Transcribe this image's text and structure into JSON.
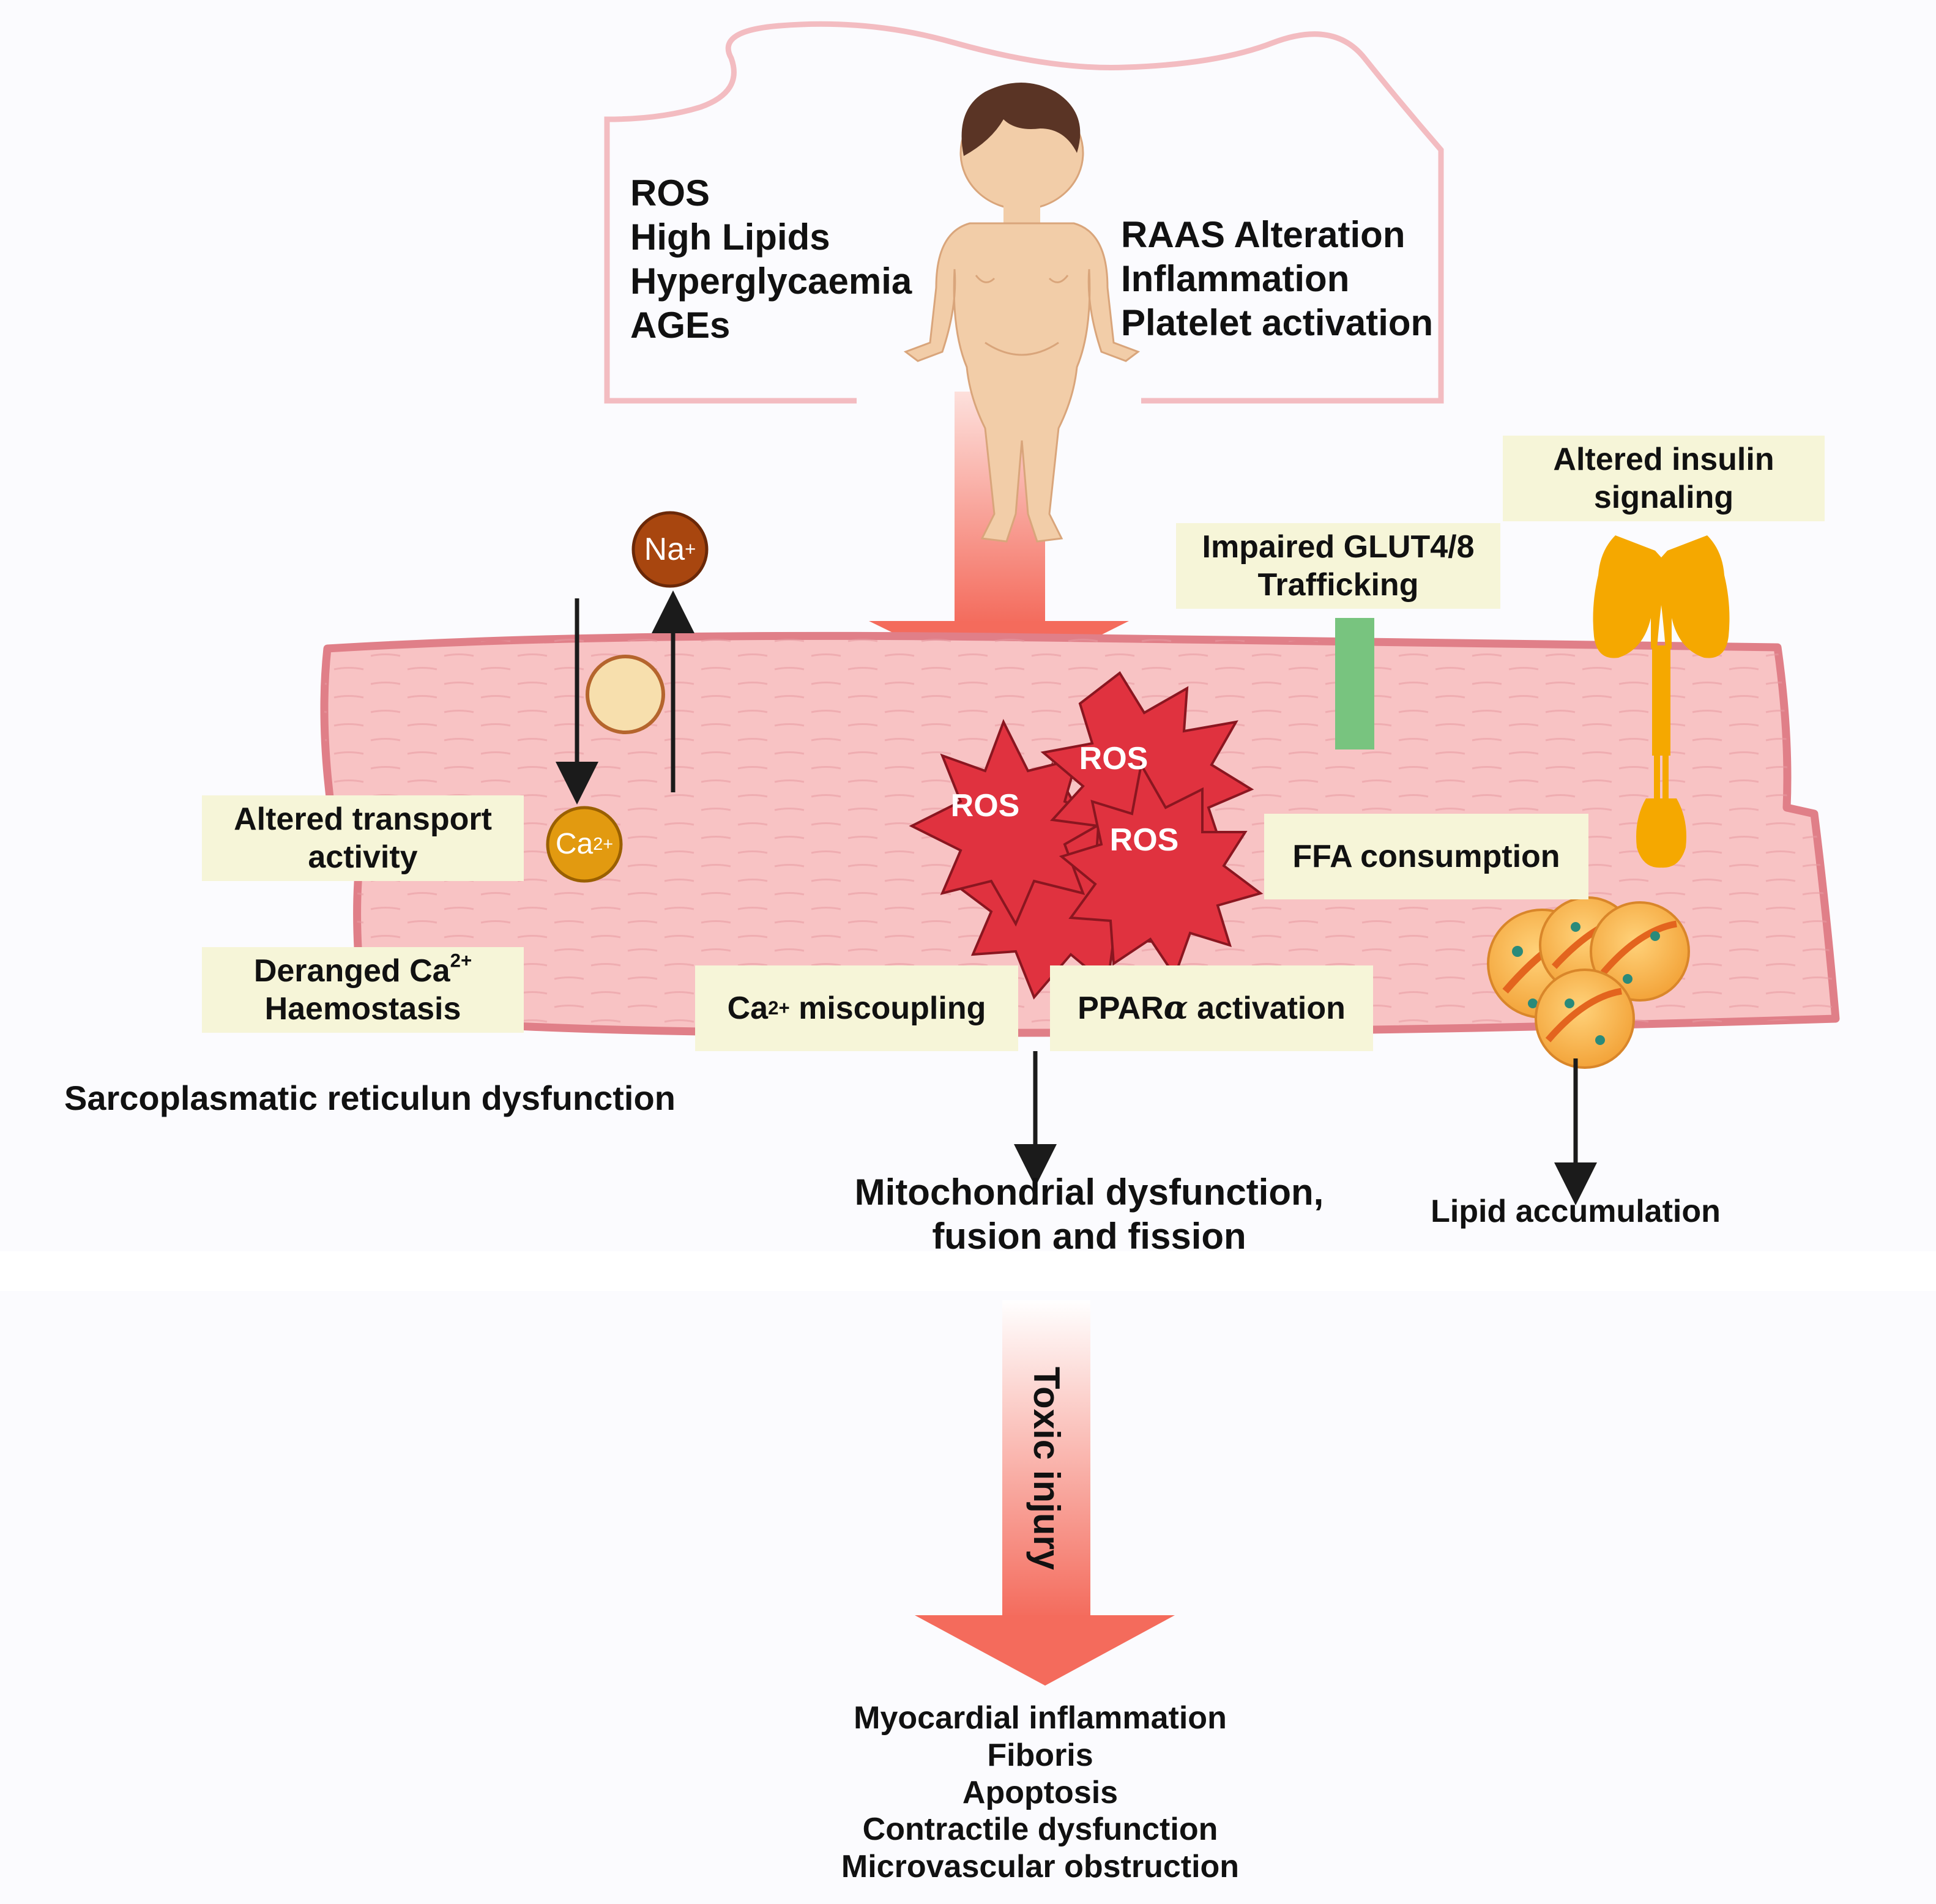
{
  "risk_factors_left": [
    "ROS",
    "High Lipids",
    "Hyperglycaemia",
    "AGEs"
  ],
  "risk_factors_right": [
    "RAAS Alteration",
    "Inflammation",
    "Platelet activation"
  ],
  "ions": {
    "sodium": "Na",
    "sodium_charge": "+",
    "calcium": "Ca",
    "calcium_charge": "2+"
  },
  "ros_label": "ROS",
  "boxes": {
    "altered_insulin": [
      "Altered insulin",
      "signaling"
    ],
    "impaired_glut": [
      "Impaired GLUT4/8",
      "Trafficking"
    ],
    "altered_transport": [
      "Altered transport",
      "activity"
    ],
    "deranged_ca_prefix": "Deranged Ca",
    "deranged_ca_charge": "2+",
    "deranged_ca_line2": "Haemostasis",
    "ffa": "FFA consumption",
    "ca_miscoupling_prefix": "Ca",
    "ca_miscoupling_charge": "2+",
    "ca_miscoupling_suffix": " miscoupling",
    "ppar_prefix": "PPAR",
    "ppar_alpha": "α",
    "ppar_suffix": " activation"
  },
  "sr_dysfunction": "Sarcoplasmatic reticulun dysfunction",
  "mito": [
    "Mitochondrial dysfunction,",
    "fusion and fission"
  ],
  "lipid_accumulation": "Lipid accumulation",
  "toxic_injury": "Toxic injury",
  "outcomes": [
    "Myocardial inflammation",
    "Fiboris",
    "Apoptosis",
    "Contractile dysfunction",
    "Microvascular obstruction"
  ],
  "colors": {
    "background_top": "#fbfbfe",
    "muscle_fill": "#f8c3c4",
    "muscle_stroke": "#e07f88",
    "outline_pink": "#f3bcc1",
    "label_box": "#f6f5d8",
    "ros_red": "#e0323f",
    "insulin_receptor": "#f5a800",
    "glut_green": "#78c47f",
    "sodium_brown": "#a8460f",
    "calcium_gold": "#e29a10",
    "channel_cream": "#f7dfad",
    "arrow_gradient_top": "#ffffff",
    "arrow_gradient_bottom": "#f46b5c"
  }
}
